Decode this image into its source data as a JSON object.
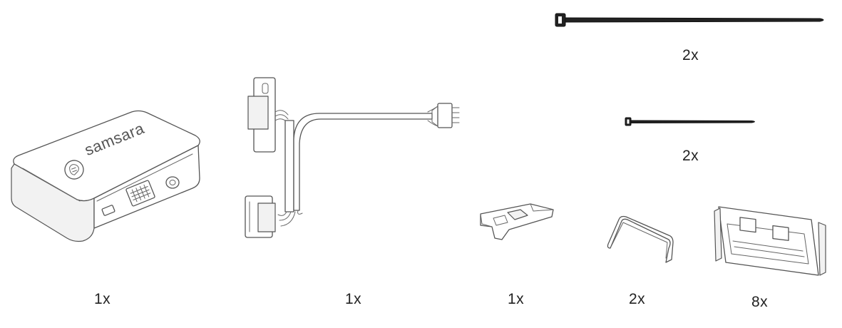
{
  "brand": {
    "logo_text": "samsara"
  },
  "kit": {
    "gateway": {
      "icon": "vehicle-gateway-icon",
      "qty": "1x"
    },
    "harness": {
      "icon": "wiring-harness-icon",
      "qty": "1x"
    },
    "bracket": {
      "icon": "mounting-bracket-icon",
      "qty": "1x"
    },
    "clip": {
      "icon": "wire-clip-icon",
      "qty": "2x"
    },
    "cable_mount": {
      "icon": "cable-mount-icon",
      "qty": "8x"
    },
    "zip_tie_large": {
      "icon": "zip-tie-large-icon",
      "qty": "2x"
    },
    "zip_tie_small": {
      "icon": "zip-tie-small-icon",
      "qty": "2x"
    }
  }
}
